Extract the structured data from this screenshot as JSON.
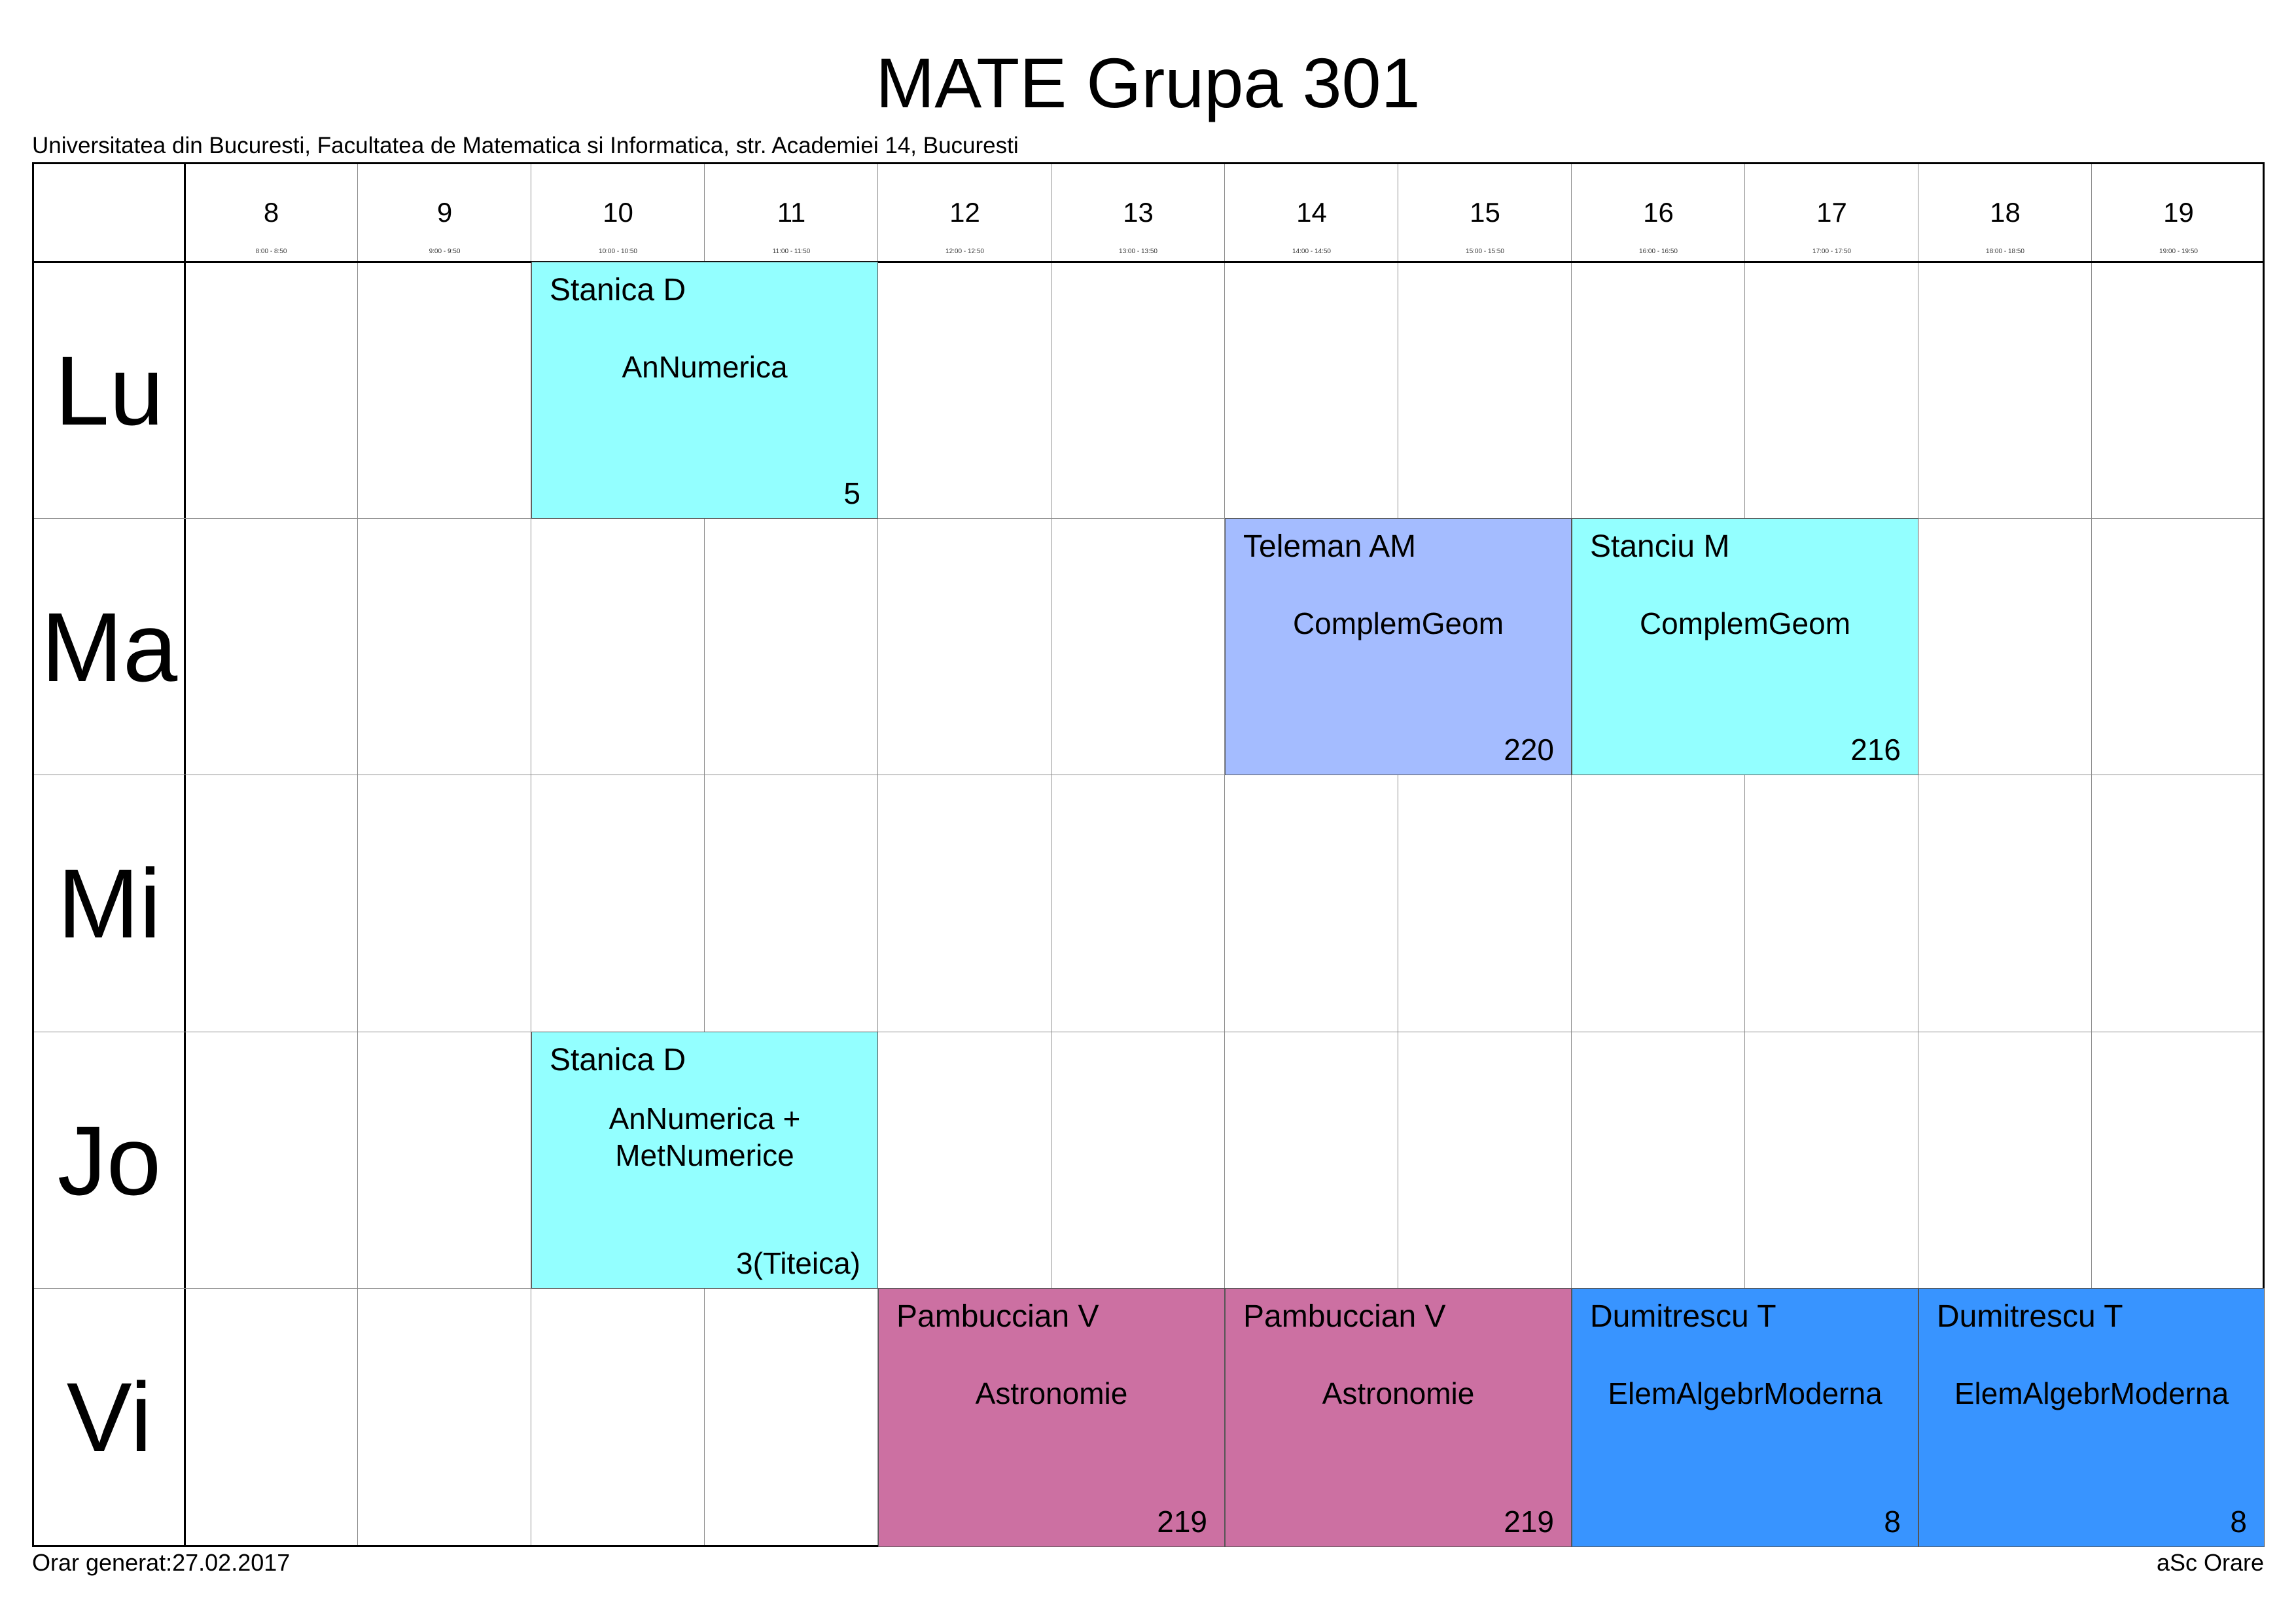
{
  "title": "MATE Grupa 301",
  "subtitle": "Universitatea din Bucuresti, Facultatea de Matematica si Informatica, str. Academiei 14, Bucuresti",
  "footer": {
    "left": "Orar generat:27.02.2017",
    "right": "aSc Orare"
  },
  "periods": [
    {
      "num": "8",
      "time": "8:00 - 8:50"
    },
    {
      "num": "9",
      "time": "9:00 - 9:50"
    },
    {
      "num": "10",
      "time": "10:00 - 10:50"
    },
    {
      "num": "11",
      "time": "11:00 - 11:50"
    },
    {
      "num": "12",
      "time": "12:00 - 12:50"
    },
    {
      "num": "13",
      "time": "13:00 - 13:50"
    },
    {
      "num": "14",
      "time": "14:00 - 14:50"
    },
    {
      "num": "15",
      "time": "15:00 - 15:50"
    },
    {
      "num": "16",
      "time": "16:00 - 16:50"
    },
    {
      "num": "17",
      "time": "17:00 - 17:50"
    },
    {
      "num": "18",
      "time": "18:00 - 18:50"
    },
    {
      "num": "19",
      "time": "19:00 - 19:50"
    }
  ],
  "days": [
    "Lu",
    "Ma",
    "Mi",
    "Jo",
    "Vi"
  ],
  "lessons": [
    {
      "teacher": "Stanica D",
      "subject": "AnNumerica",
      "room": "5",
      "color": "#93ffff"
    },
    {
      "teacher": "Teleman AM",
      "subject": "ComplemGeom",
      "room": "220",
      "color": "#a4bcff"
    },
    {
      "teacher": "Stanciu M",
      "subject": "ComplemGeom",
      "room": "216",
      "color": "#93ffff"
    },
    {
      "teacher": "Stanica D",
      "subject": "AnNumerica + MetNumerice",
      "room": "3(Titeica)",
      "color": "#93ffff"
    },
    {
      "teacher": "Pambuccian V",
      "subject": "Astronomie",
      "room": "219",
      "color": "#cc70a2"
    },
    {
      "teacher": "Pambuccian V",
      "subject": "Astronomie",
      "room": "219",
      "color": "#cc70a2"
    },
    {
      "teacher": "Dumitrescu T",
      "subject": "ElemAlgebrModerna",
      "room": "8",
      "color": "#3894ff"
    },
    {
      "teacher": "Dumitrescu T",
      "subject": "ElemAlgebrModerna",
      "room": "8",
      "color": "#3894ff"
    }
  ]
}
